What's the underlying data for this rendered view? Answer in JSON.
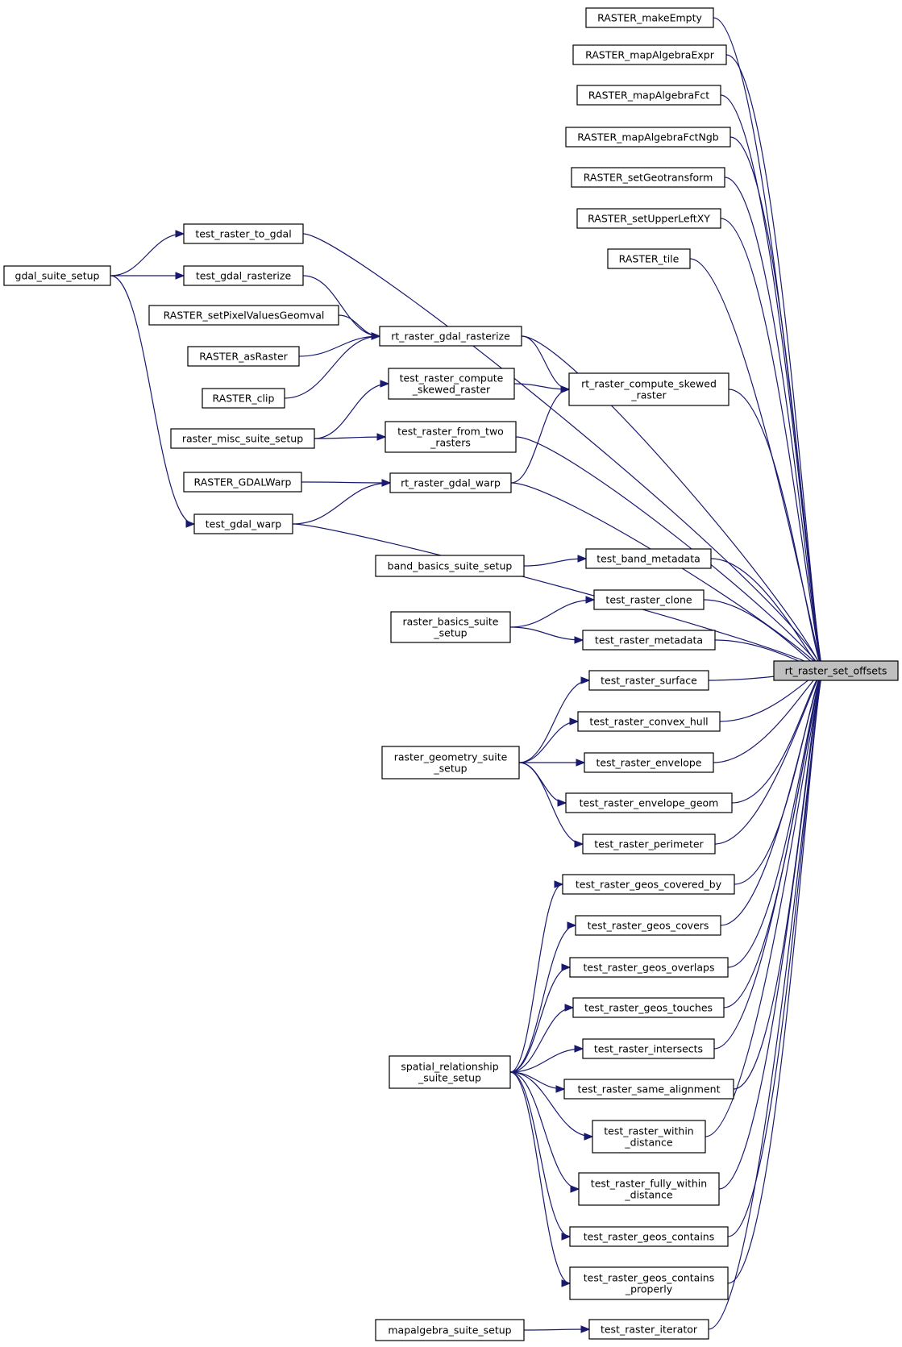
{
  "graph": {
    "target": "rt_raster_set_offsets",
    "nodes": [
      {
        "id": "target",
        "lines": [
          "rt_raster_set_offsets"
        ]
      },
      {
        "id": "makeEmpty",
        "lines": [
          "RASTER_makeEmpty"
        ]
      },
      {
        "id": "mapAlgebraExpr",
        "lines": [
          "RASTER_mapAlgebraExpr"
        ]
      },
      {
        "id": "mapAlgebraFct",
        "lines": [
          "RASTER_mapAlgebraFct"
        ]
      },
      {
        "id": "mapAlgebraFctNgb",
        "lines": [
          "RASTER_mapAlgebraFctNgb"
        ]
      },
      {
        "id": "setGeotransform",
        "lines": [
          "RASTER_setGeotransform"
        ]
      },
      {
        "id": "setUpperLeftXY",
        "lines": [
          "RASTER_setUpperLeftXY"
        ]
      },
      {
        "id": "tile",
        "lines": [
          "RASTER_tile"
        ]
      },
      {
        "id": "toGdal",
        "lines": [
          "test_raster_to_gdal"
        ]
      },
      {
        "id": "gdalSuite",
        "lines": [
          "gdal_suite_setup"
        ]
      },
      {
        "id": "gdalRasterizeTest",
        "lines": [
          "test_gdal_rasterize"
        ]
      },
      {
        "id": "setPixelValuesGeomval",
        "lines": [
          "RASTER_setPixelValuesGeomval"
        ]
      },
      {
        "id": "rtGdalRasterize",
        "lines": [
          "rt_raster_gdal_rasterize"
        ]
      },
      {
        "id": "asRaster",
        "lines": [
          "RASTER_asRaster"
        ]
      },
      {
        "id": "clip",
        "lines": [
          "RASTER_clip"
        ]
      },
      {
        "id": "testComputeSkewed",
        "lines": [
          "test_raster_compute",
          "_skewed_raster"
        ]
      },
      {
        "id": "rtComputeSkewed",
        "lines": [
          "rt_raster_compute_skewed",
          "_raster"
        ]
      },
      {
        "id": "miscSuite",
        "lines": [
          "raster_misc_suite_setup"
        ]
      },
      {
        "id": "fromTwo",
        "lines": [
          "test_raster_from_two",
          "_rasters"
        ]
      },
      {
        "id": "gdalWarpRaster",
        "lines": [
          "RASTER_GDALWarp"
        ]
      },
      {
        "id": "rtGdalWarp",
        "lines": [
          "rt_raster_gdal_warp"
        ]
      },
      {
        "id": "testGdalWarp",
        "lines": [
          "test_gdal_warp"
        ]
      },
      {
        "id": "bandBasicsSuite",
        "lines": [
          "band_basics_suite_setup"
        ]
      },
      {
        "id": "bandMetadata",
        "lines": [
          "test_band_metadata"
        ]
      },
      {
        "id": "rasterClone",
        "lines": [
          "test_raster_clone"
        ]
      },
      {
        "id": "rasterBasicsSuite",
        "lines": [
          "raster_basics_suite",
          "_setup"
        ]
      },
      {
        "id": "rasterMetadata",
        "lines": [
          "test_raster_metadata"
        ]
      },
      {
        "id": "rasterSurface",
        "lines": [
          "test_raster_surface"
        ]
      },
      {
        "id": "convexHull",
        "lines": [
          "test_raster_convex_hull"
        ]
      },
      {
        "id": "geometrySuite",
        "lines": [
          "raster_geometry_suite",
          "_setup"
        ]
      },
      {
        "id": "envelope",
        "lines": [
          "test_raster_envelope"
        ]
      },
      {
        "id": "envelopeGeom",
        "lines": [
          "test_raster_envelope_geom"
        ]
      },
      {
        "id": "perimeter",
        "lines": [
          "test_raster_perimeter"
        ]
      },
      {
        "id": "coveredBy",
        "lines": [
          "test_raster_geos_covered_by"
        ]
      },
      {
        "id": "covers",
        "lines": [
          "test_raster_geos_covers"
        ]
      },
      {
        "id": "overlaps",
        "lines": [
          "test_raster_geos_overlaps"
        ]
      },
      {
        "id": "touches",
        "lines": [
          "test_raster_geos_touches"
        ]
      },
      {
        "id": "intersects",
        "lines": [
          "test_raster_intersects"
        ]
      },
      {
        "id": "spatialSuite",
        "lines": [
          "spatial_relationship",
          "_suite_setup"
        ]
      },
      {
        "id": "sameAlignment",
        "lines": [
          "test_raster_same_alignment"
        ]
      },
      {
        "id": "withinDistance",
        "lines": [
          "test_raster_within",
          "_distance"
        ]
      },
      {
        "id": "fullyWithin",
        "lines": [
          "test_raster_fully_within",
          "_distance"
        ]
      },
      {
        "id": "contains",
        "lines": [
          "test_raster_geos_contains"
        ]
      },
      {
        "id": "containsProperly",
        "lines": [
          "test_raster_geos_contains",
          "_properly"
        ]
      },
      {
        "id": "mapalgebraSuite",
        "lines": [
          "mapalgebra_suite_setup"
        ]
      },
      {
        "id": "iterator",
        "lines": [
          "test_raster_iterator"
        ]
      }
    ],
    "edges": [
      {
        "from": "makeEmpty",
        "to": "target"
      },
      {
        "from": "mapAlgebraExpr",
        "to": "target"
      },
      {
        "from": "mapAlgebraFct",
        "to": "target"
      },
      {
        "from": "mapAlgebraFctNgb",
        "to": "target"
      },
      {
        "from": "setGeotransform",
        "to": "target"
      },
      {
        "from": "setUpperLeftXY",
        "to": "target"
      },
      {
        "from": "tile",
        "to": "target"
      },
      {
        "from": "toGdal",
        "to": "target"
      },
      {
        "from": "rtGdalRasterize",
        "to": "target"
      },
      {
        "from": "rtComputeSkewed",
        "to": "target"
      },
      {
        "from": "fromTwo",
        "to": "target"
      },
      {
        "from": "rtGdalWarp",
        "to": "target"
      },
      {
        "from": "testGdalWarp",
        "to": "target"
      },
      {
        "from": "bandMetadata",
        "to": "target"
      },
      {
        "from": "rasterClone",
        "to": "target"
      },
      {
        "from": "rasterMetadata",
        "to": "target"
      },
      {
        "from": "rasterSurface",
        "to": "target"
      },
      {
        "from": "convexHull",
        "to": "target"
      },
      {
        "from": "envelope",
        "to": "target"
      },
      {
        "from": "envelopeGeom",
        "to": "target"
      },
      {
        "from": "perimeter",
        "to": "target"
      },
      {
        "from": "coveredBy",
        "to": "target"
      },
      {
        "from": "covers",
        "to": "target"
      },
      {
        "from": "overlaps",
        "to": "target"
      },
      {
        "from": "touches",
        "to": "target"
      },
      {
        "from": "intersects",
        "to": "target"
      },
      {
        "from": "sameAlignment",
        "to": "target"
      },
      {
        "from": "withinDistance",
        "to": "target"
      },
      {
        "from": "fullyWithin",
        "to": "target"
      },
      {
        "from": "contains",
        "to": "target"
      },
      {
        "from": "containsProperly",
        "to": "target"
      },
      {
        "from": "iterator",
        "to": "target"
      },
      {
        "from": "gdalSuite",
        "to": "toGdal"
      },
      {
        "from": "gdalSuite",
        "to": "gdalRasterizeTest"
      },
      {
        "from": "gdalSuite",
        "to": "testGdalWarp"
      },
      {
        "from": "gdalRasterizeTest",
        "to": "rtGdalRasterize"
      },
      {
        "from": "setPixelValuesGeomval",
        "to": "rtGdalRasterize"
      },
      {
        "from": "asRaster",
        "to": "rtGdalRasterize"
      },
      {
        "from": "clip",
        "to": "rtGdalRasterize"
      },
      {
        "from": "rtGdalRasterize",
        "to": "rtComputeSkewed"
      },
      {
        "from": "testComputeSkewed",
        "to": "rtComputeSkewed"
      },
      {
        "from": "rtGdalWarp",
        "to": "rtComputeSkewed"
      },
      {
        "from": "miscSuite",
        "to": "testComputeSkewed"
      },
      {
        "from": "miscSuite",
        "to": "fromTwo"
      },
      {
        "from": "gdalWarpRaster",
        "to": "rtGdalWarp"
      },
      {
        "from": "testGdalWarp",
        "to": "rtGdalWarp"
      },
      {
        "from": "bandBasicsSuite",
        "to": "bandMetadata"
      },
      {
        "from": "rasterBasicsSuite",
        "to": "rasterClone"
      },
      {
        "from": "rasterBasicsSuite",
        "to": "rasterMetadata"
      },
      {
        "from": "geometrySuite",
        "to": "rasterSurface"
      },
      {
        "from": "geometrySuite",
        "to": "convexHull"
      },
      {
        "from": "geometrySuite",
        "to": "envelope"
      },
      {
        "from": "geometrySuite",
        "to": "envelopeGeom"
      },
      {
        "from": "geometrySuite",
        "to": "perimeter"
      },
      {
        "from": "spatialSuite",
        "to": "coveredBy"
      },
      {
        "from": "spatialSuite",
        "to": "covers"
      },
      {
        "from": "spatialSuite",
        "to": "overlaps"
      },
      {
        "from": "spatialSuite",
        "to": "touches"
      },
      {
        "from": "spatialSuite",
        "to": "intersects"
      },
      {
        "from": "spatialSuite",
        "to": "sameAlignment"
      },
      {
        "from": "spatialSuite",
        "to": "withinDistance"
      },
      {
        "from": "spatialSuite",
        "to": "fullyWithin"
      },
      {
        "from": "spatialSuite",
        "to": "contains"
      },
      {
        "from": "spatialSuite",
        "to": "containsProperly"
      },
      {
        "from": "mapalgebraSuite",
        "to": "iterator"
      }
    ]
  },
  "colors": {
    "edge": "#191970",
    "node_border": "#000000",
    "node_fill": "#ffffff",
    "target_fill": "#bfbfbf"
  }
}
